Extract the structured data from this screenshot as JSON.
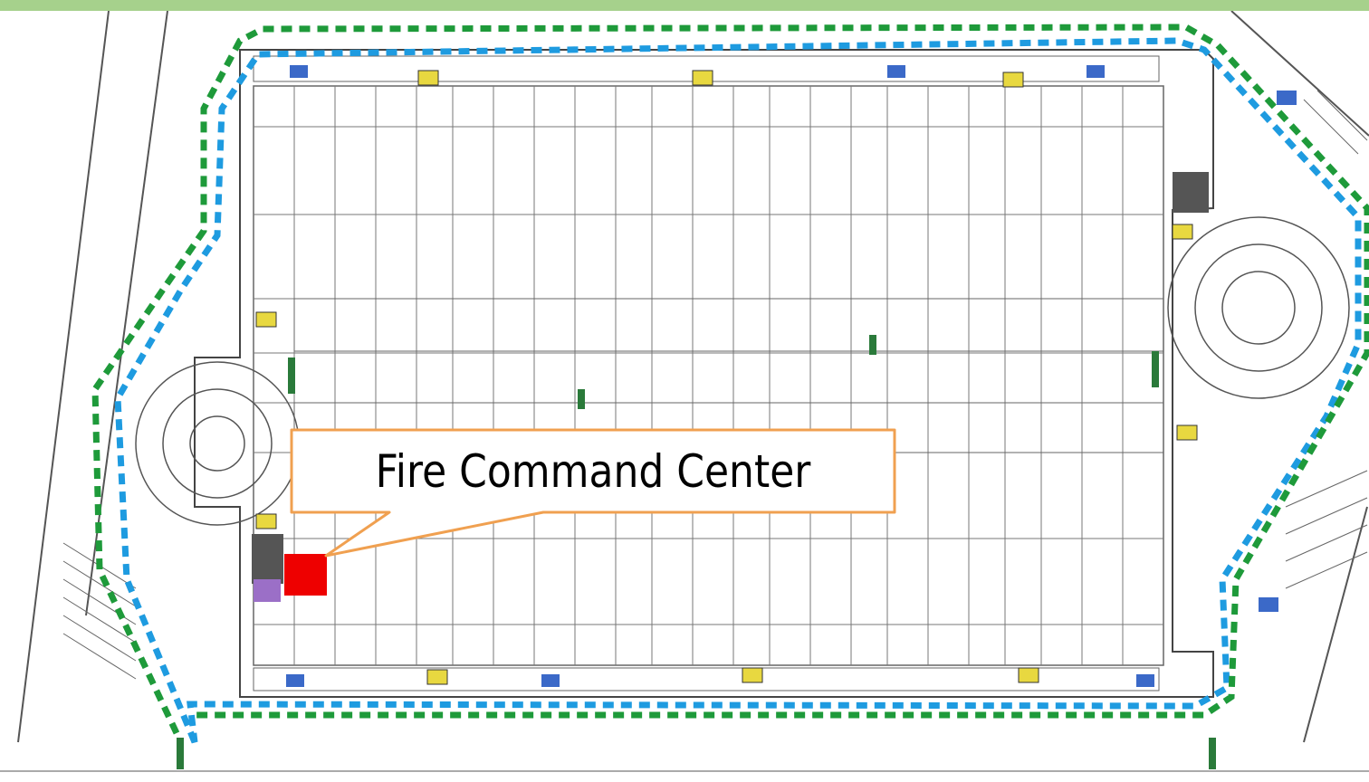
{
  "callout": {
    "text": "Fire Command Center"
  },
  "markers": {
    "fire_command_center": {
      "color": "#ee0000"
    }
  },
  "routes": [
    {
      "name": "outer-route",
      "color": "#1e9a3a"
    },
    {
      "name": "inner-route",
      "color": "#1e9be0"
    }
  ],
  "colors": {
    "header_band": "#a6d18c",
    "callout_border": "#f0a050",
    "plan_lines": "#555555"
  },
  "legend_icons": [
    "stair-icon",
    "exit-arrow-icon",
    "hydrant-icon"
  ]
}
